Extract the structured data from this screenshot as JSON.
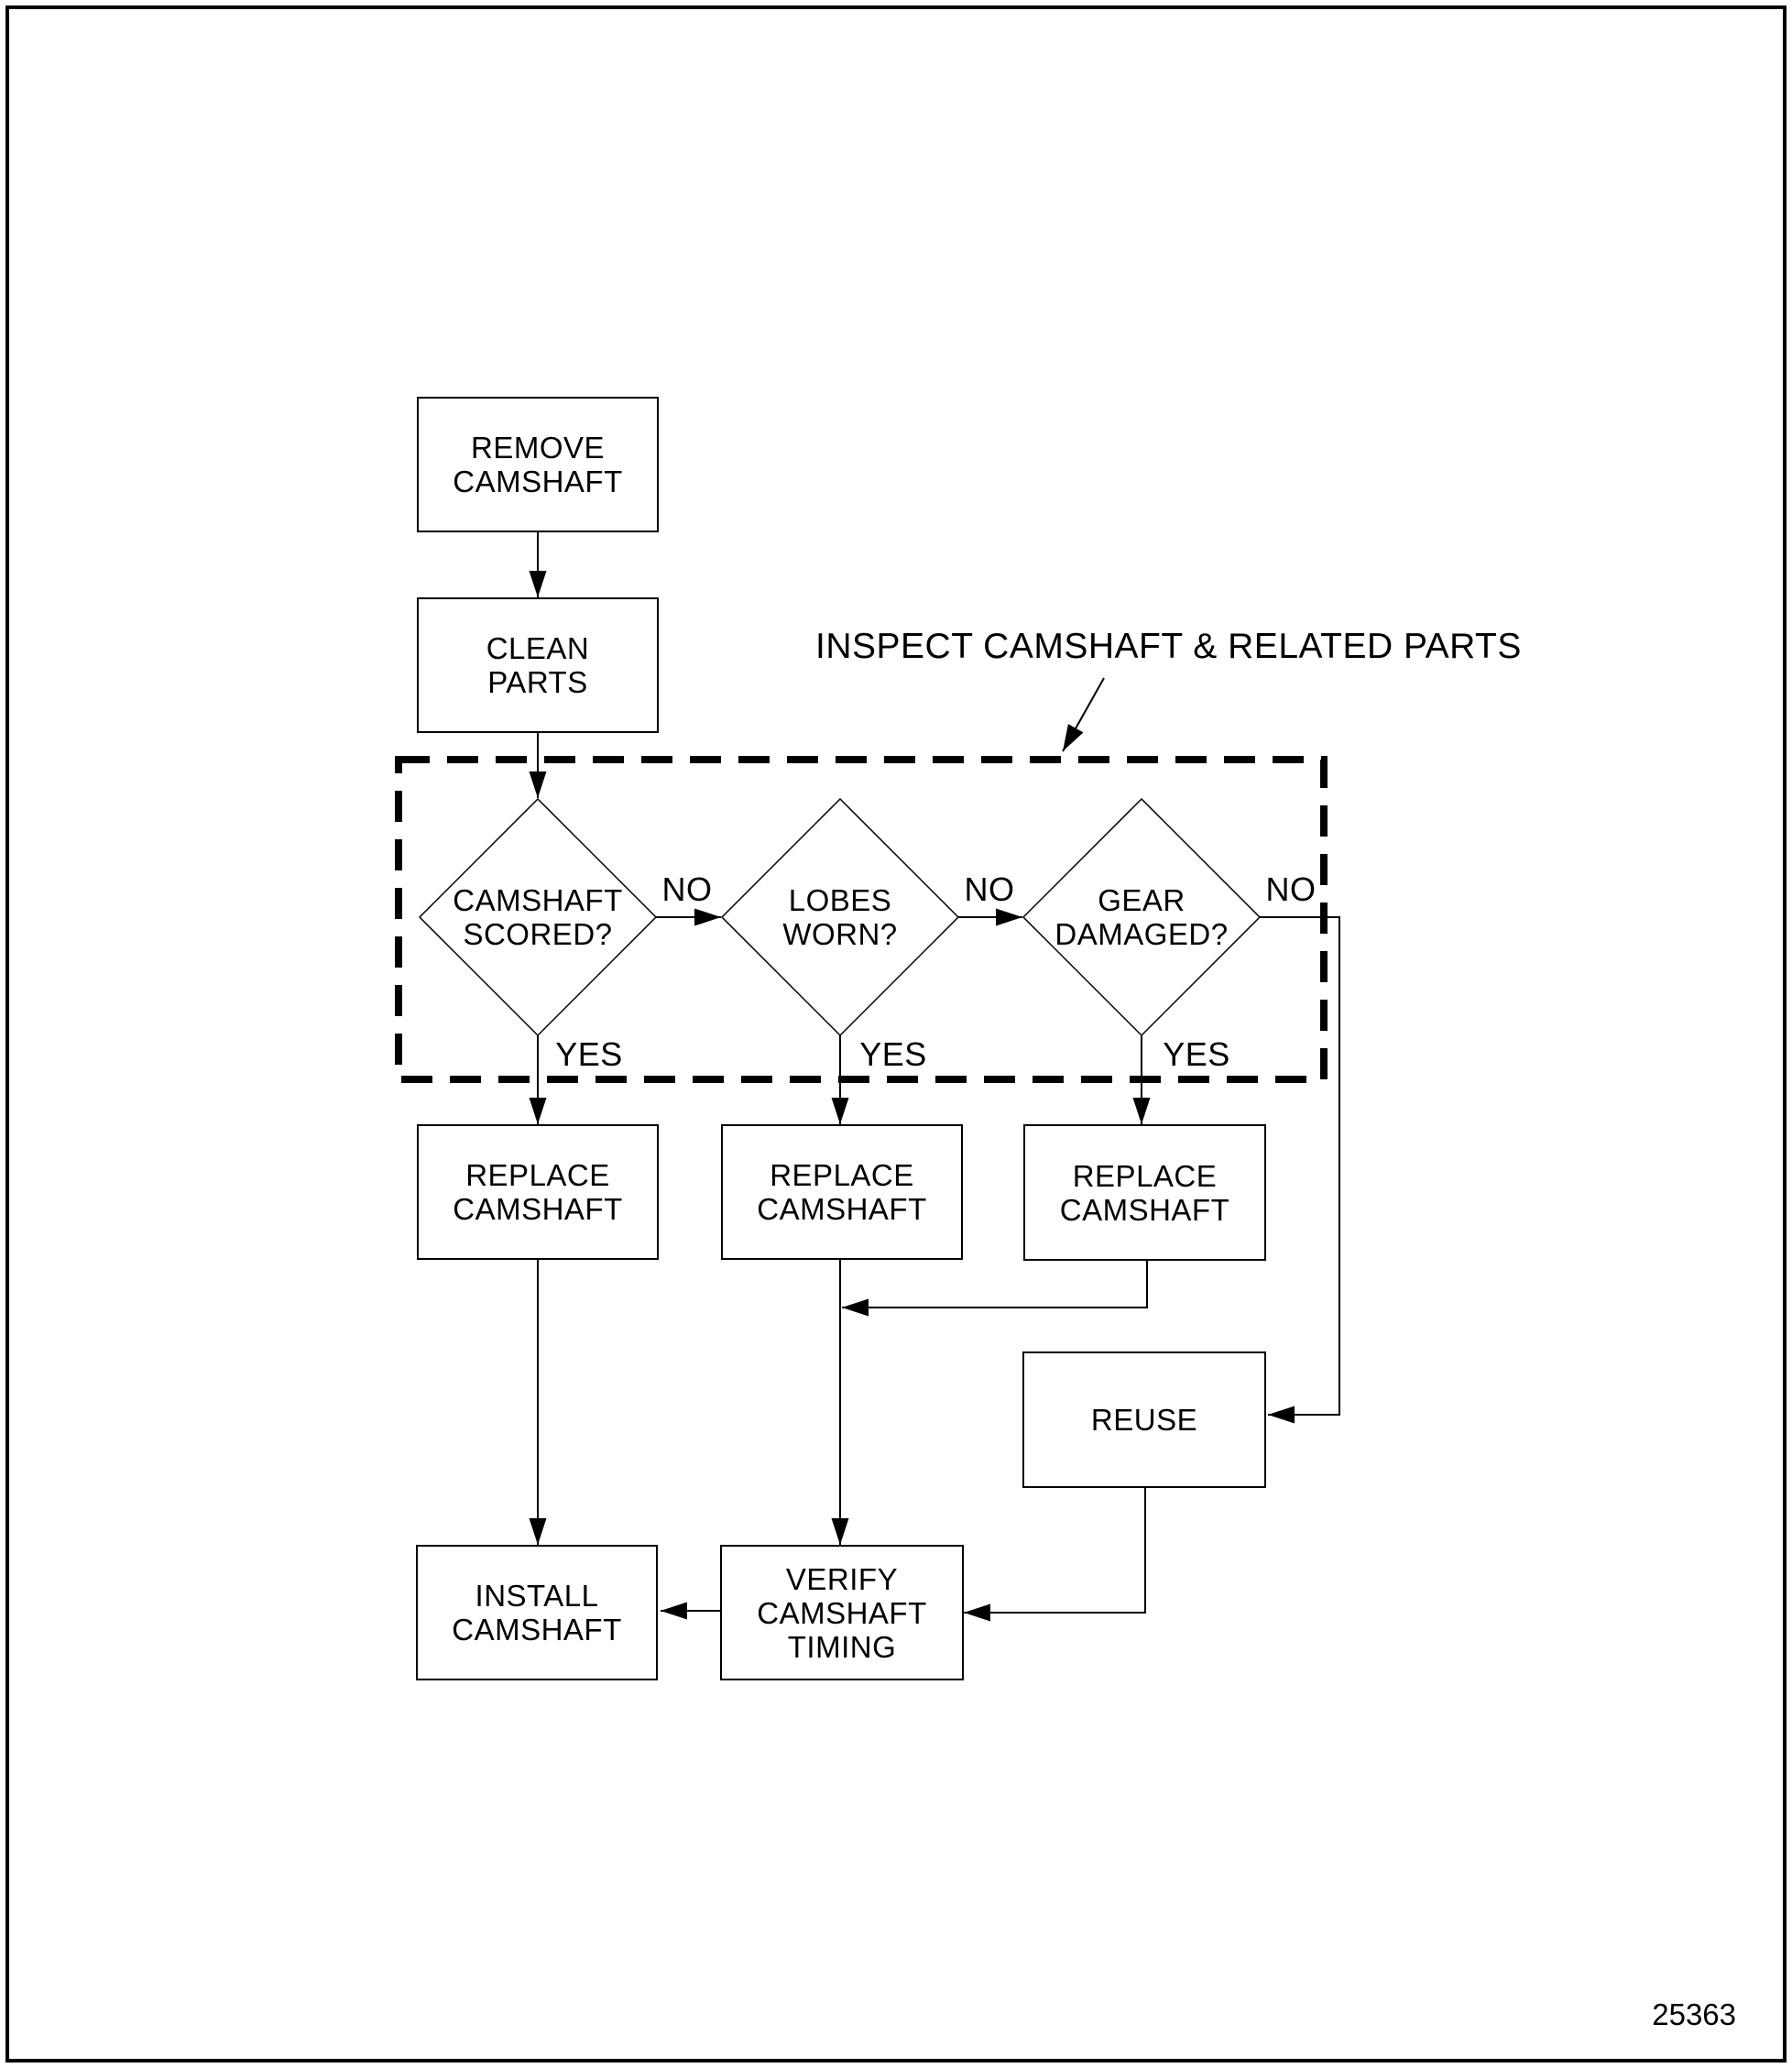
{
  "figure_number": "25363",
  "colors": {
    "ink": "#000000",
    "paper": "#ffffff"
  },
  "flowchart": {
    "region_label": "INSPECT CAMSHAFT & RELATED PARTS",
    "nodes": {
      "remove": {
        "type": "process",
        "label": "REMOVE\nCAMSHAFT"
      },
      "clean": {
        "type": "process",
        "label": "CLEAN\nPARTS"
      },
      "scored": {
        "type": "decision",
        "label": "CAMSHAFT\nSCORED?"
      },
      "lobes": {
        "type": "decision",
        "label": "LOBES\nWORN?"
      },
      "gear": {
        "type": "decision",
        "label": "GEAR\nDAMAGED?"
      },
      "replace1": {
        "type": "process",
        "label": "REPLACE\nCAMSHAFT"
      },
      "replace2": {
        "type": "process",
        "label": "REPLACE\nCAMSHAFT"
      },
      "replace3": {
        "type": "process",
        "label": "REPLACE\nCAMSHAFT"
      },
      "reuse": {
        "type": "process",
        "label": "REUSE"
      },
      "install": {
        "type": "process",
        "label": "INSTALL\nCAMSHAFT"
      },
      "verify": {
        "type": "process",
        "label": "VERIFY\nCAMSHAFT\nTIMING"
      }
    },
    "edges": {
      "scored_no": "NO",
      "lobes_no": "NO",
      "gear_no": "NO",
      "scored_yes": "YES",
      "lobes_yes": "YES",
      "gear_yes": "YES"
    }
  }
}
